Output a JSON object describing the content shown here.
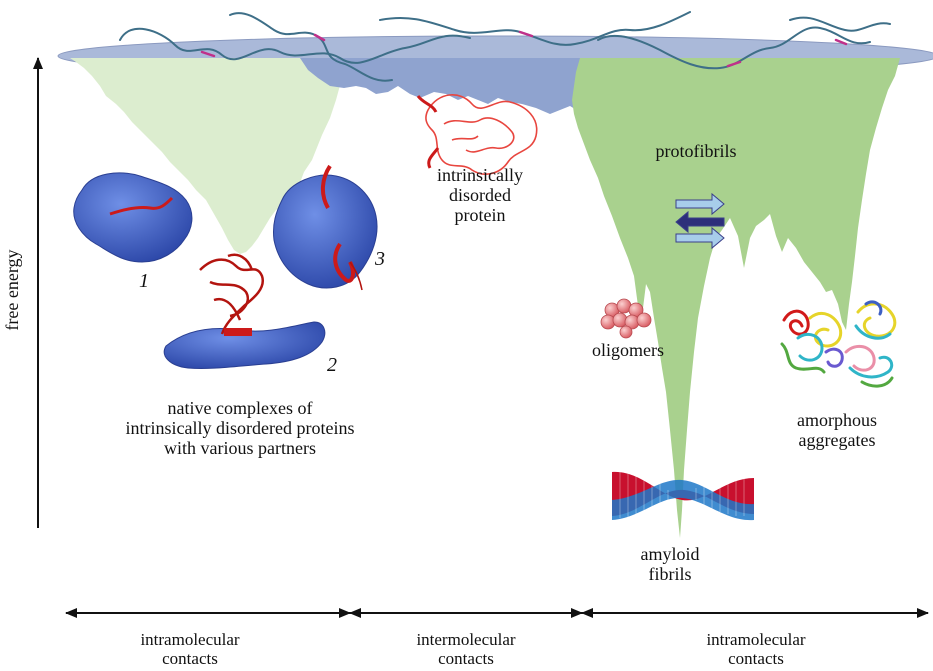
{
  "axis": {
    "y_label": "free energy"
  },
  "labels": {
    "idp_line1": "intrinsically",
    "idp_line2": "disorded",
    "idp_line3": "protein",
    "protofibrils": "protofibrils",
    "oligomers": "oligomers",
    "amorphous_line1": "amorphous",
    "amorphous_line2": "aggregates",
    "amyloid_line1": "amyloid",
    "amyloid_line2": "fibrils",
    "native_line1": "native complexes of",
    "native_line2": "intrinsically disordered proteins",
    "native_line3": "with various partners",
    "complex_1": "1",
    "complex_2": "2",
    "complex_3": "3"
  },
  "bottom_axis": {
    "left_line1": "intramolecular",
    "left_line2": "contacts",
    "middle_line1": "intermolecular",
    "middle_line2": "contacts",
    "right_line1": "intramolecular",
    "right_line2": "contacts"
  },
  "colors": {
    "disk": "#aab9d9",
    "native_funnel": "#dcedcf",
    "idp_funnel": "#8fa3cf",
    "aggregation_funnel": "#a9d18e",
    "protein_surface": "#3d5fc4",
    "peptide": "#cc1a1a",
    "arrow": "#111111"
  }
}
